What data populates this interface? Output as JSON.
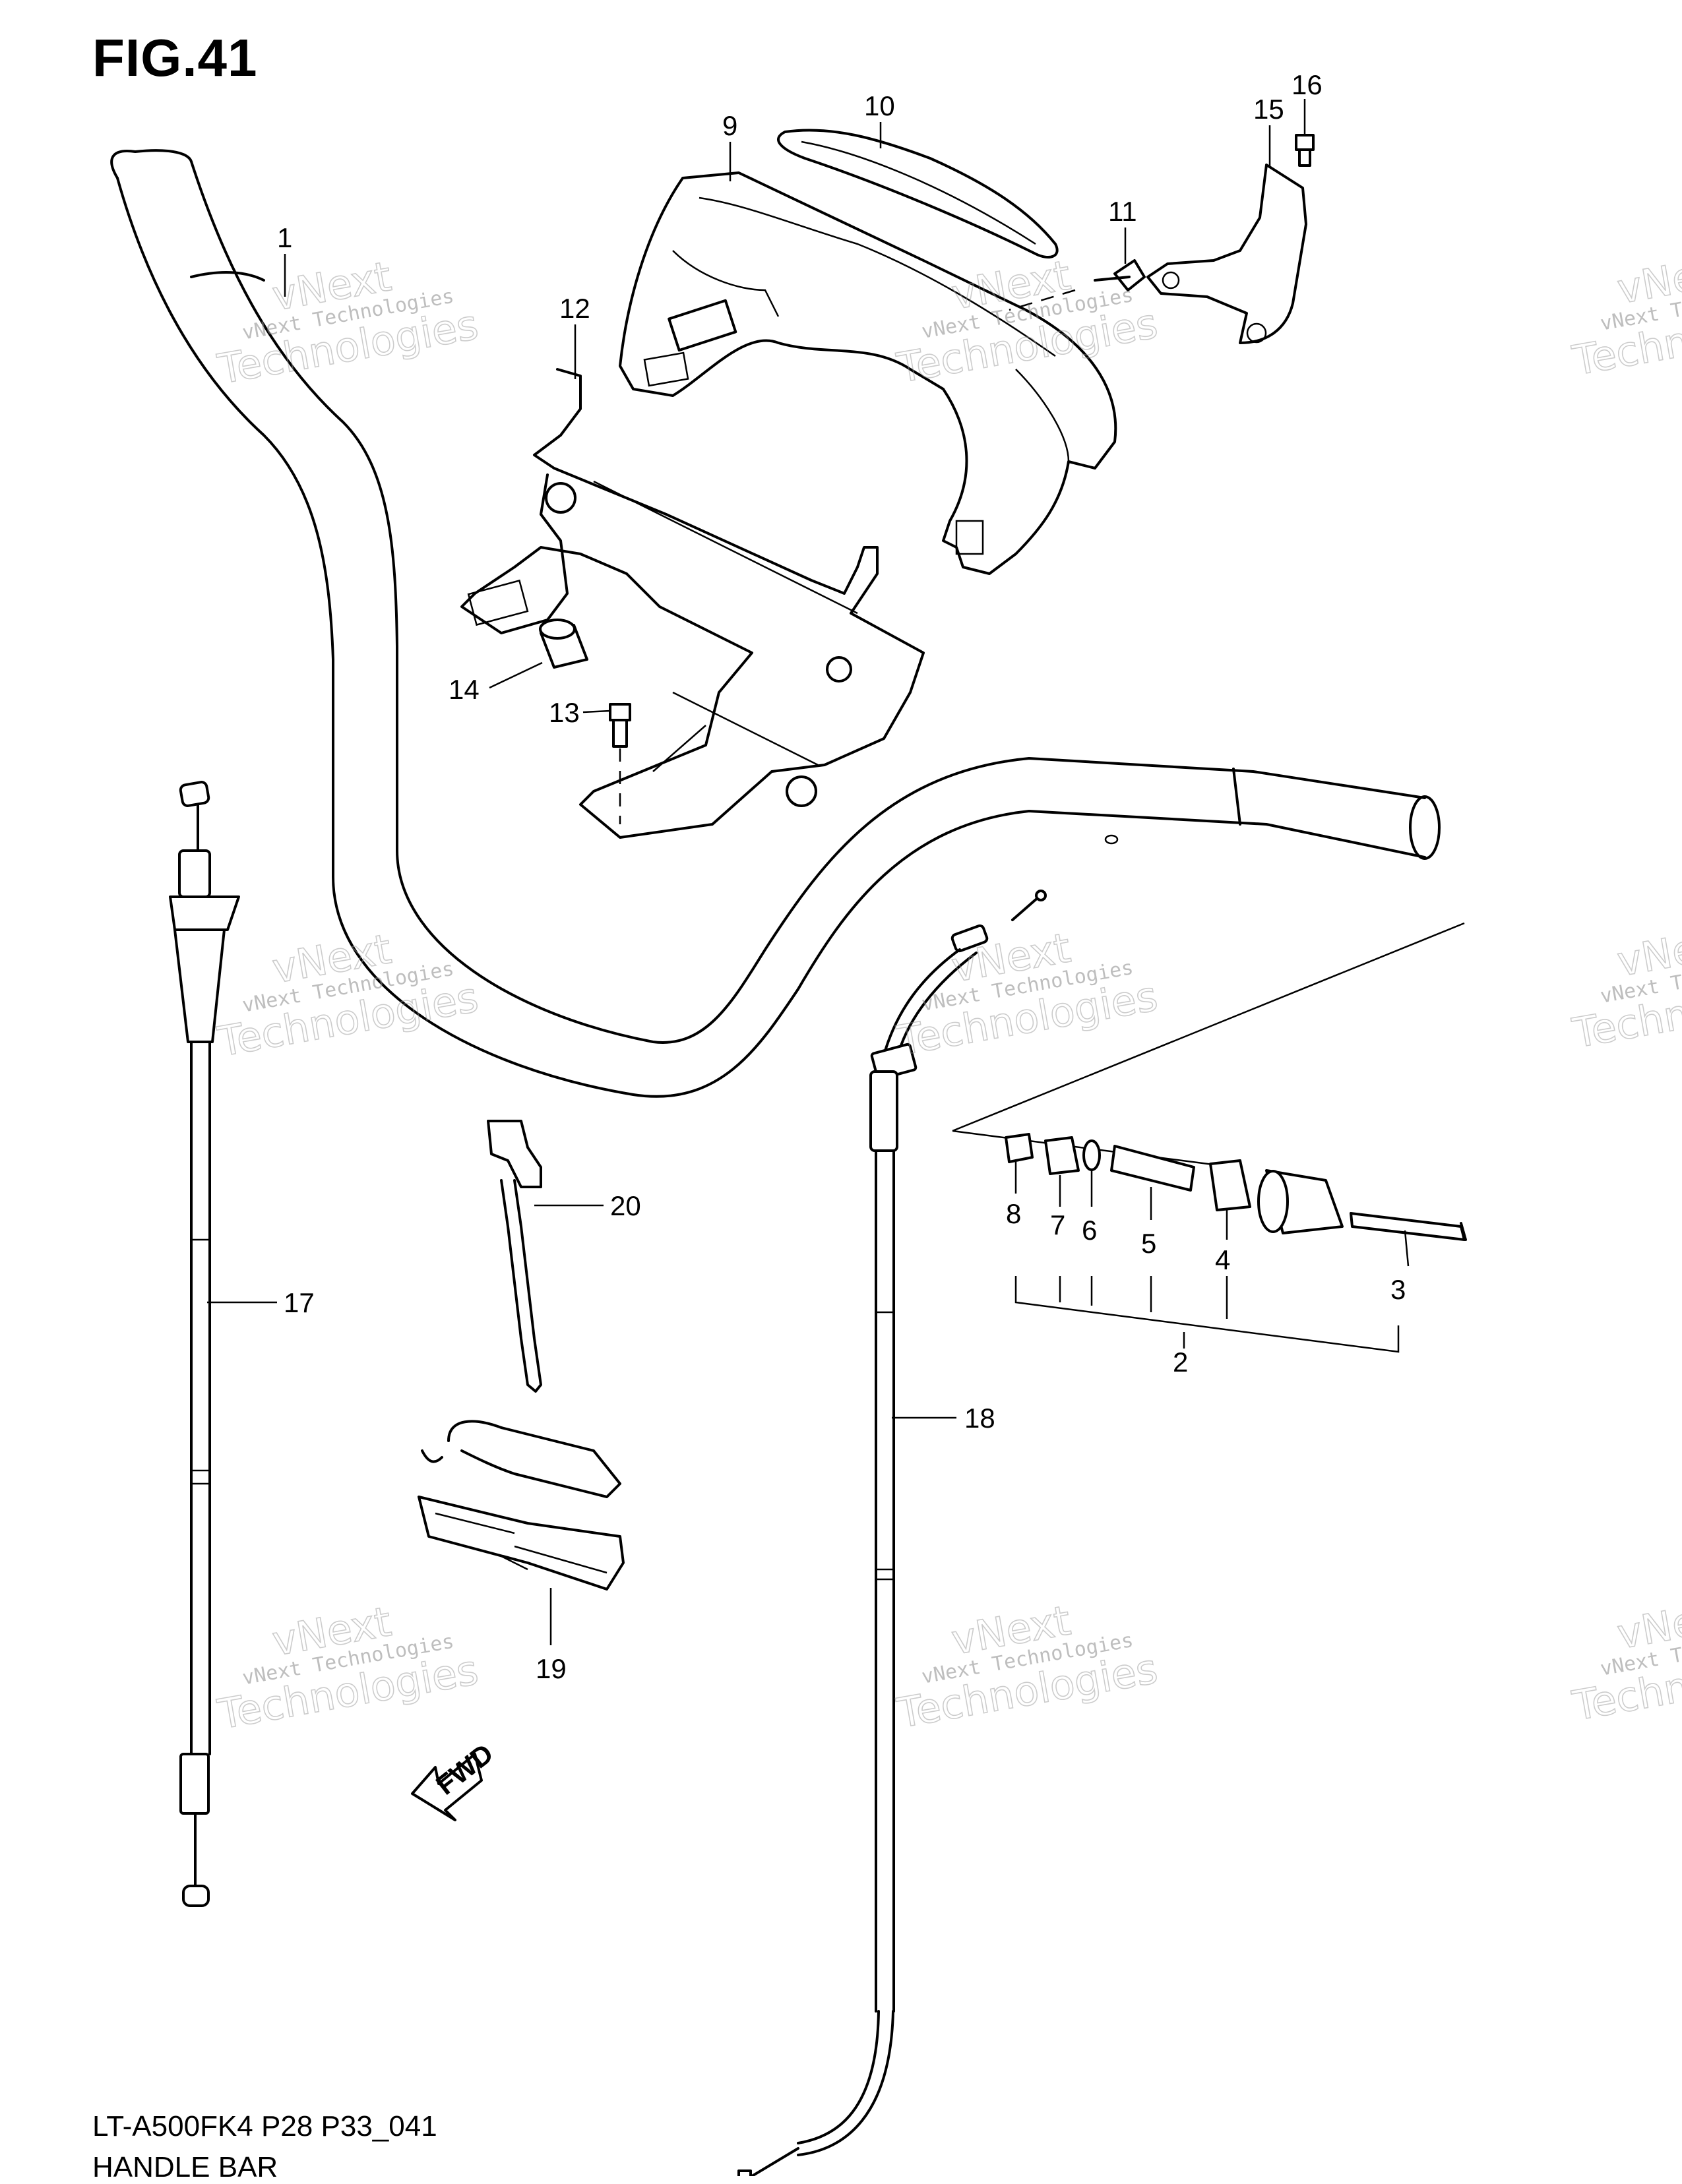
{
  "figure_title": "FIG.41",
  "footer": {
    "model_code": "LT-A500FK4 P28 P33_041",
    "section_name": "HANDLE BAR"
  },
  "watermark": {
    "brand": "vNext",
    "line": "vNext Technologies",
    "outline": "Technologies"
  },
  "fwd_label": "FWD",
  "callouts": [
    "1",
    "2",
    "3",
    "4",
    "5",
    "6",
    "7",
    "8",
    "9",
    "10",
    "11",
    "12",
    "13",
    "14",
    "15",
    "16",
    "17",
    "18",
    "19",
    "20"
  ],
  "colors": {
    "ink": "#000000",
    "paper": "#ffffff",
    "watermark": "#9a9a9a"
  }
}
